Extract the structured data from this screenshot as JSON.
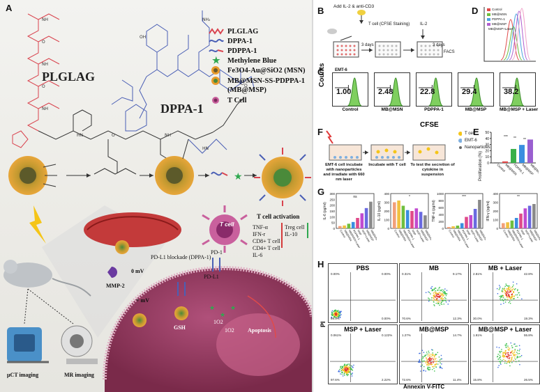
{
  "panel_a": {
    "letter": "A",
    "peptide_label": "PLGLAG",
    "dppa_label": "DPPA-1",
    "legend": [
      {
        "label": "PLGLAG",
        "icon": "peptide-chain-icon",
        "color": "#d9434e"
      },
      {
        "label": "DPPA-1",
        "icon": "dppa-peptide-icon",
        "color": "#4a5fb5"
      },
      {
        "label": "PDPPA-1",
        "icon": "pdppa-peptide-icon",
        "color": "#b44a8f"
      },
      {
        "label": "Methylene Blue",
        "icon": "green-star-icon",
        "color": "#2fa84f"
      },
      {
        "label": "Fe3O4-Au@SiO2 (MSN)",
        "icon": "msn-particle-icon",
        "color": "#e89b2c"
      },
      {
        "label": "MB@MSN-SS-PDPPA-1",
        "icon": "msp-particle-icon",
        "color": "#e89b2c"
      },
      {
        "label": "(MB@MSP)",
        "icon": "",
        "color": ""
      },
      {
        "label": "T Cell",
        "icon": "t-cell-icon",
        "color": "#c9609d"
      }
    ],
    "t_cell_activation": "T cell activation",
    "cytokines": [
      "TNF-α",
      "IFN-r",
      "CD8+ T cell",
      "CD4+ T cell",
      "IL-6"
    ],
    "suppressed": [
      "Treg cell",
      "IL-10"
    ],
    "t_cell": "T cell",
    "pd1": "PD-1",
    "pdl1": "PD-L1",
    "pdl1_blockade": "PD-L1 blockade (DPPA-1)",
    "zeta_neg": "0 mV",
    "zeta_pos": "+ mV",
    "mmp2": "MMP-2",
    "gsh": "GSH",
    "ros1": "1O2",
    "ros2": "1O2",
    "apoptosis": "Apoptosis",
    "uct": "μCT imaging",
    "mr": "MR imaging"
  },
  "panel_b": {
    "letter": "B",
    "step1": "Add IL-2 & anti-CD3",
    "step2": "T cell (CFSE Staining)",
    "step3": "IL-2",
    "days1": "3 days",
    "days2": "3 days",
    "facs": "FACS"
  },
  "panel_c": {
    "letter": "C",
    "cell": "EMT-6",
    "ylabel": "Counts",
    "xlabel": "CFSE",
    "groups": [
      "Control",
      "MB@MSN",
      "PDPPA-1",
      "MB@MSP",
      "MB@MSP + Laser"
    ],
    "values": [
      "1.00",
      "2.48",
      "22.8",
      "29.4",
      "38.2"
    ]
  },
  "panel_d": {
    "letter": "D",
    "legend": [
      {
        "label": "Control",
        "color": "#e04a4a"
      },
      {
        "label": "MB@MSN",
        "color": "#6fbf3e"
      },
      {
        "label": "PDPPA-1",
        "color": "#4aa3e0"
      },
      {
        "label": "MB@MSP",
        "color": "#b05fcf"
      },
      {
        "label": "MB@MSP+Laser",
        "color": "#f0a0c8"
      }
    ]
  },
  "panel_e": {
    "letter": "E",
    "ylabel": "Proliferation (%)",
    "ylim": [
      0,
      50
    ],
    "yticks": [
      "0",
      "10",
      "20",
      "30",
      "40",
      "50"
    ],
    "categories": [
      "Control",
      "MB@MSN",
      "PDPPA-1",
      "MB@MSP",
      "MB@MSP+Laser"
    ],
    "values": [
      1,
      2.5,
      22.8,
      29.4,
      38.2
    ],
    "colors": [
      "#777777",
      "#e04a4a",
      "#3ab04a",
      "#3a8ee0",
      "#9a5fd0"
    ],
    "sig": [
      "***",
      "**",
      "**"
    ]
  },
  "panel_f": {
    "letter": "F",
    "text1": "EMT-6 cell incubate with nanoparticles and irradiate with 660 nm laser",
    "text2": "Incubate with T cell",
    "text3": "To test the secretion of cytokine in suspension",
    "legend": [
      "T cell",
      "EMT-6",
      "Nanoparticles"
    ]
  },
  "panel_g": {
    "letter": "G",
    "charts": [
      {
        "ylabel": "IL-6 (pg/ml)",
        "yticks": [
          "0",
          "50",
          "100",
          "150",
          "200",
          "250",
          "300"
        ],
        "ylim": [
          0,
          300
        ],
        "values": [
          20,
          25,
          40,
          55,
          90,
          130,
          175,
          230
        ]
      },
      {
        "ylabel": "IL-10 (pg/ml)",
        "yticks": [
          "0",
          "100",
          "200",
          "300",
          "400"
        ],
        "ylim": [
          0,
          400
        ],
        "values": [
          300,
          320,
          260,
          210,
          200,
          230,
          190,
          150
        ]
      },
      {
        "ylabel": "TNF-α (pg/ml)",
        "yticks": [
          "0",
          "200",
          "400",
          "600",
          "800",
          "1000"
        ],
        "ylim": [
          0,
          1000
        ],
        "values": [
          40,
          60,
          80,
          150,
          330,
          380,
          560,
          820
        ]
      },
      {
        "ylabel": "IFN-γ (pg/ml)",
        "yticks": [
          "0",
          "100",
          "200",
          "300",
          "400"
        ],
        "ylim": [
          0,
          400
        ],
        "values": [
          60,
          70,
          90,
          120,
          170,
          230,
          260,
          280
        ]
      }
    ],
    "categories": [
      "Control",
      "MB@MSN",
      "MB@MSN+Laser",
      "PDPPA-1",
      "MSP",
      "MSP+Laser",
      "MB@MSP",
      "MB@MSP+Laser"
    ],
    "colors": [
      "#f2a07a",
      "#f0c040",
      "#6fbf3e",
      "#3a8ee0",
      "#e04a8a",
      "#c04ad0",
      "#6a6ae0",
      "#8a8a8a"
    ],
    "sig": [
      "ns",
      "*",
      "***",
      "**"
    ]
  },
  "panel_h": {
    "letter": "H",
    "ylabel": "PI",
    "xlabel": "Annexin V-FITC",
    "plots": [
      {
        "title": "PBS",
        "q": [
          "0.00%",
          "0.00%",
          "99.9%",
          "0.00%"
        ]
      },
      {
        "title": "MB",
        "q": [
          "0.31%",
          "9.17%",
          "70.6%",
          "12.3%"
        ]
      },
      {
        "title": "MB + Laser",
        "q": [
          "2.81%",
          "42.8%",
          "30.0%",
          "19.3%"
        ]
      },
      {
        "title": "MSP + Laser",
        "q": [
          "0.061%",
          "0.122%",
          "97.6%",
          "2.22%"
        ]
      },
      {
        "title": "MB@MSP",
        "q": [
          "1.27%",
          "14.7%",
          "72.6%",
          "11.4%"
        ]
      },
      {
        "title": "MB@MSP + Laser",
        "q": [
          "1.91%",
          "55.8%",
          "15.8%",
          "26.5%"
        ]
      }
    ]
  }
}
